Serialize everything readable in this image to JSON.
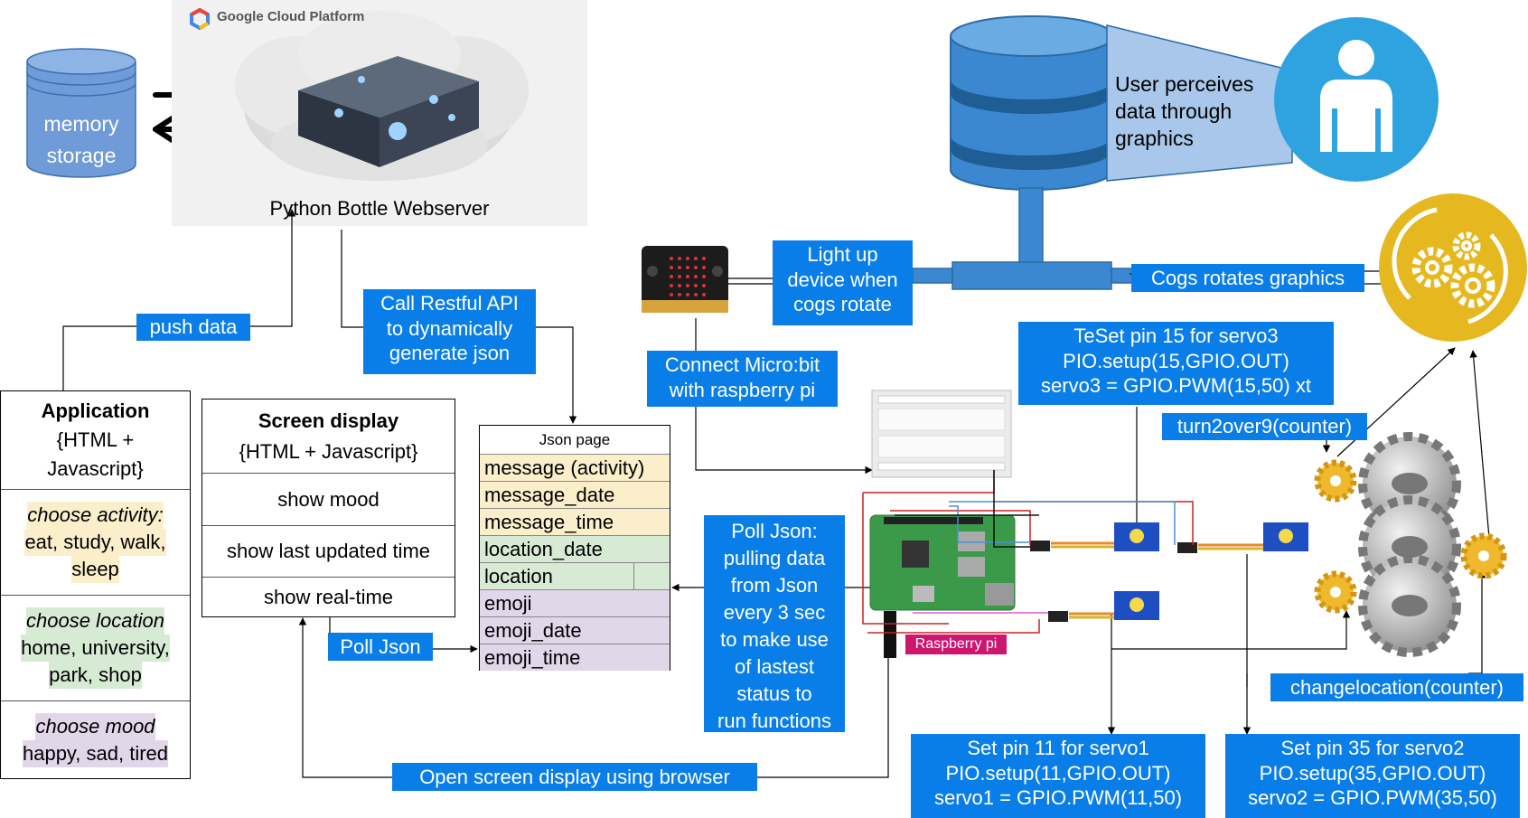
{
  "gcp": {
    "brand": "Google Cloud Platform",
    "server_label": "Python Bottle Webserver"
  },
  "memory": {
    "line1": "memory",
    "line2": "storage"
  },
  "labels": {
    "push_data": "push data",
    "call_api": [
      "Call Restful API",
      "to dynamically",
      "generate json"
    ],
    "light_up": [
      "Light up",
      "device when",
      "cogs rotate"
    ],
    "cogs_rotates": "Cogs rotates graphics",
    "connect_microbit": [
      "Connect Micro:bit",
      "with raspberry pi"
    ],
    "servo3": [
      "TeSet pin 15 for servo3",
      "PIO.setup(15,GPIO.OUT)",
      "servo3 = GPIO.PWM(15,50) xt"
    ],
    "turn2over9": "turn2over9(counter)",
    "poll_json_desc": [
      "Poll Json:",
      "pulling data",
      "from Json",
      "every 3 sec",
      "to make use",
      "of lastest",
      "status to",
      "run functions"
    ],
    "poll_json": "Poll Json",
    "open_screen": "Open screen display using browser",
    "changelocation": "changelocation(counter)",
    "servo1": [
      "Set pin 11 for servo1",
      "PIO.setup(11,GPIO.OUT)",
      "servo1 = GPIO.PWM(11,50)"
    ],
    "servo2": [
      "Set pin 35 for servo2",
      "PIO.setup(35,GPIO.OUT)",
      "servo2 = GPIO.PWM(35,50)"
    ],
    "raspberry_pi": "Raspberry pi",
    "user_perceives": [
      "User perceives",
      "data through",
      "graphics"
    ]
  },
  "application": {
    "title": "Application",
    "subtitle": [
      "{HTML +",
      "Javascript}"
    ],
    "activity": {
      "title": "choose activity:",
      "options": [
        "eat, study, walk,",
        "sleep"
      ]
    },
    "location": {
      "title": "choose location",
      "options": [
        "home, university,",
        "park, shop"
      ]
    },
    "mood": {
      "title": "choose mood",
      "options": [
        "happy, sad, tired"
      ]
    }
  },
  "screen": {
    "title": "Screen display",
    "subtitle": "{HTML + Javascript}",
    "rows": [
      "show mood",
      "show last updated time",
      "show real-time"
    ]
  },
  "json_page": {
    "title": "Json page",
    "fields": [
      "message (activity)",
      "message_date",
      "message_time",
      "location_date",
      "location",
      "emoji",
      "emoji_date",
      "emoji_time"
    ]
  },
  "colors": {
    "label_blue": "#0a7ee8",
    "db_blue": "#3f86c9",
    "user_circle": "#2ea3e0",
    "cog_gold": "#e6b81f",
    "pi_pink": "#cc1670",
    "yellow_hl": "#fbeecb",
    "green_hl": "#d6ead4",
    "purple_hl": "#e2d6e9"
  }
}
